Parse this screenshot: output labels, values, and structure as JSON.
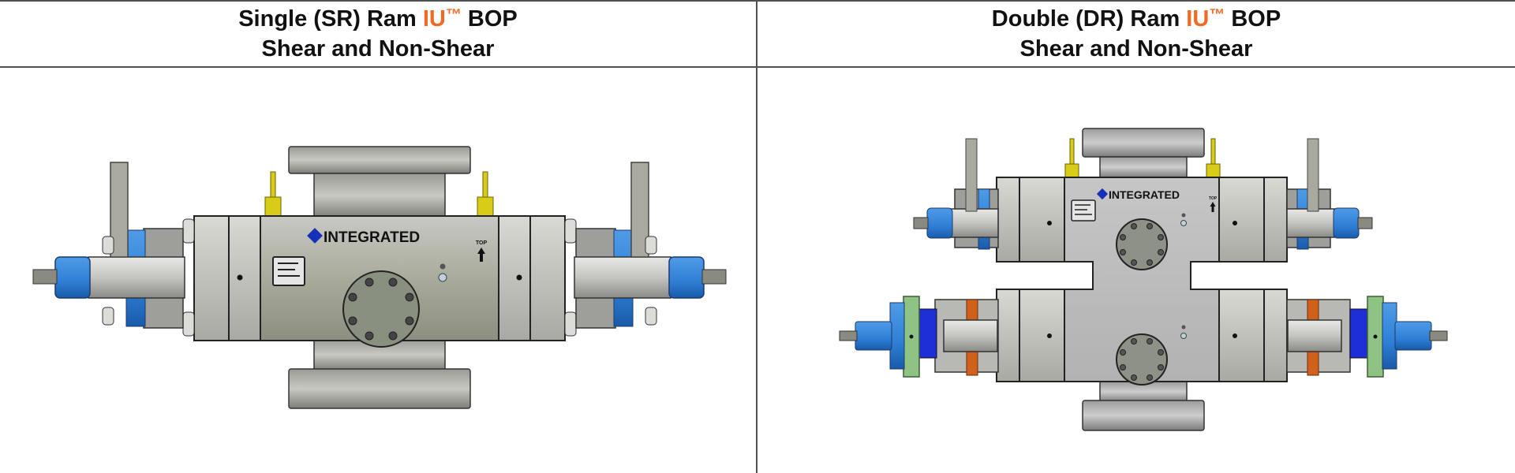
{
  "table": {
    "columns": [
      {
        "title_prefix": "Single (SR) Ram ",
        "title_accent": "IU",
        "title_tm": "™",
        "title_suffix": " BOP",
        "subtitle": "Shear and Non-Shear",
        "image": {
          "type": "single-ram-bop",
          "brand_label": "INTEGRATED",
          "orientation_label": "TOP"
        }
      },
      {
        "title_prefix": "Double (DR) Ram ",
        "title_accent": "IU",
        "title_tm": "™",
        "title_suffix": " BOP",
        "subtitle": "Shear and Non-Shear",
        "image": {
          "type": "double-ram-bop",
          "brand_label": "INTEGRATED",
          "orientation_label": "TOP"
        }
      }
    ]
  },
  "colors": {
    "accent": "#ef6a24",
    "grid_line": "#505050",
    "body_gray": "#b9b9b7",
    "actuator_blue": "#2f7fd6",
    "cylinder_blue": "#1f2fd8",
    "flange_green": "#8fc383",
    "ring_orange": "#d2601a",
    "valve_yellow": "#d8cc18",
    "logo_blue": "#1730b8"
  }
}
